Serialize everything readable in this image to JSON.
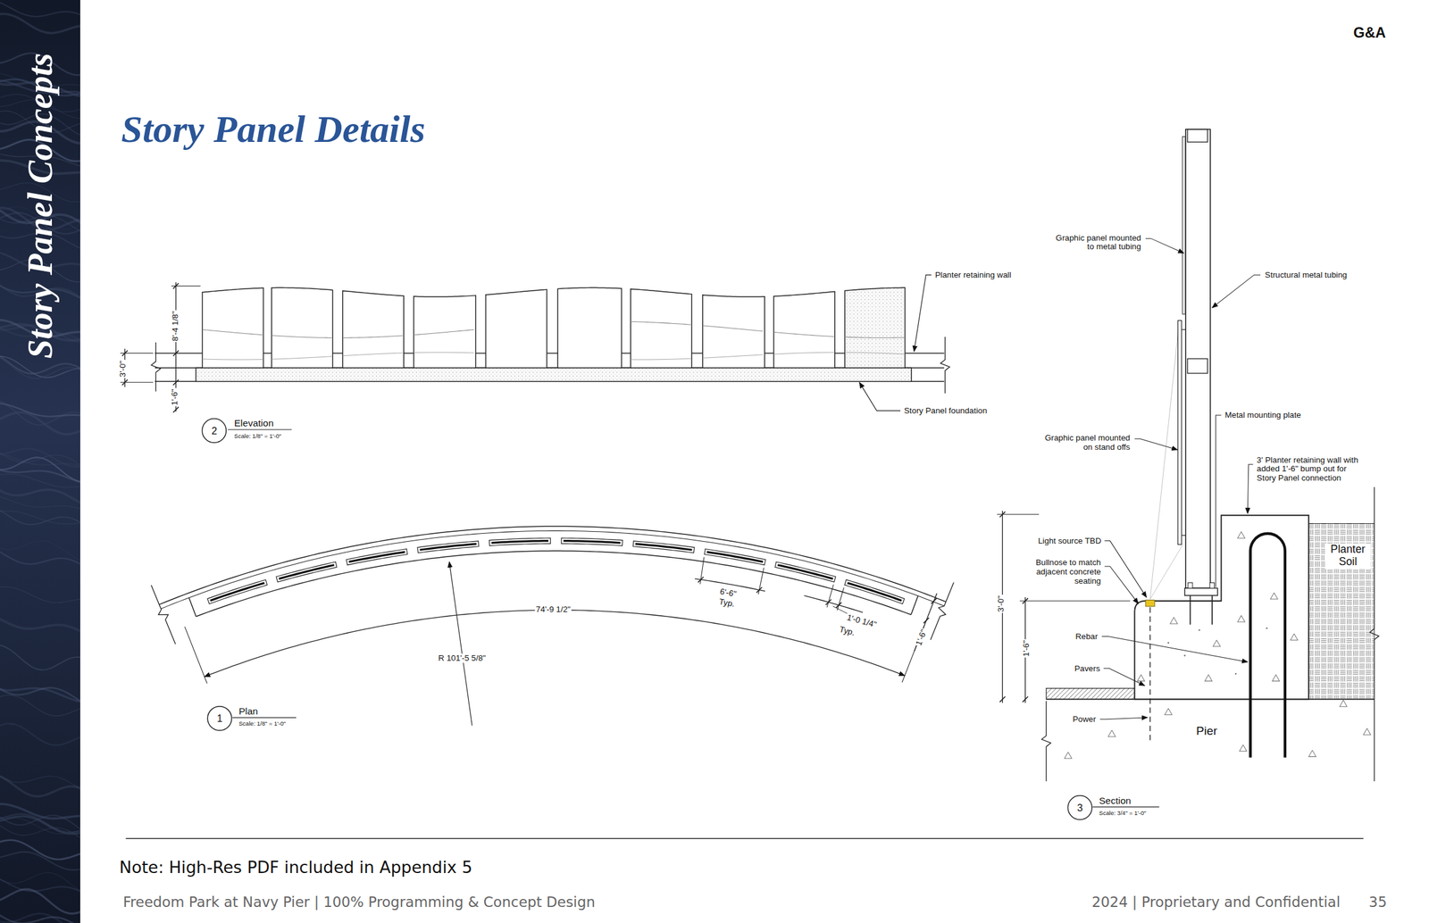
{
  "diagram": {
    "title": "Story Panel Details",
    "nodes": [
      {
        "text": [
          "Story Panel Concepts"
        ]
      },
      {
        "text": [
          "2"
        ]
      },
      {
        "text": [
          "1"
        ]
      },
      {
        "text": [
          "3"
        ]
      }
    ],
    "labels": [
      "G&A",
      "8'-4 1/8\"",
      "3'-0\"",
      "1'-6\"",
      "Planter retaining wall",
      "Story Panel foundation",
      "Elevation",
      "Scale: 1/8\" = 1'-0\"",
      "6'-6\"",
      "Typ.",
      "1'-0 1/4\"",
      "Typ.",
      "74'-9 1/2\"",
      "R 101'-5 5/8\"",
      "1'-6\"",
      "Plan",
      "Scale: 1/8\" = 1'-0\"",
      "Graphic panel mounted to metal tubing",
      "Structural metal tubing",
      "Metal mounting plate",
      "Graphic panel mounted on stand offs",
      "3' Planter retaining wall with added 1'-6\" bump out for Story Panel connection",
      "Planter Soil",
      "Light source TBD",
      "Bullnose to match adjacent concrete seating",
      "3'-0\"",
      "1'-6\"",
      "Rebar",
      "Pavers",
      "Power",
      "Pier",
      "Section",
      "Scale: 3/4\" = 1'-0\"",
      "Note: High-Res PDF included in Appendix 5",
      "Freedom Park at Navy Pier | 100% Programming & Concept Design",
      "2024 | Proprietary and Confidential",
      "35"
    ]
  }
}
